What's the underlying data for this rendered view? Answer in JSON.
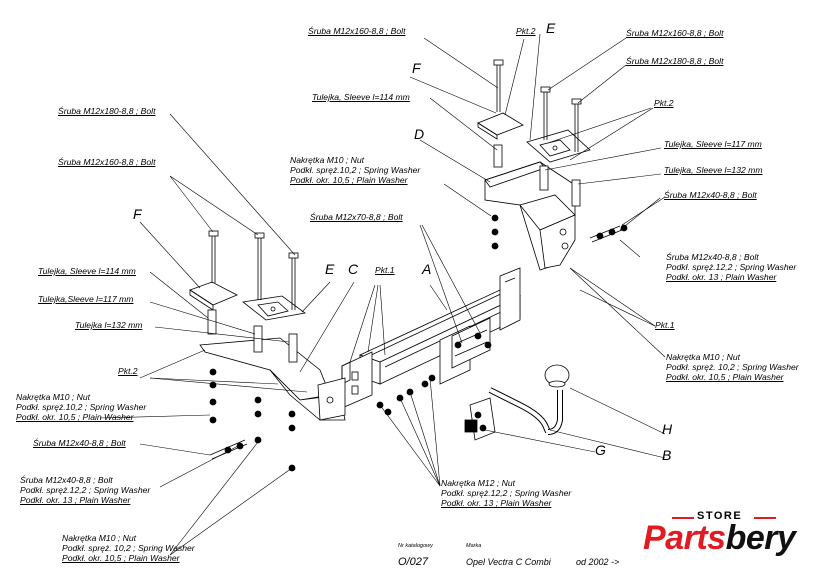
{
  "labels": {
    "bolt_m12x160_top": "Śruba M12x160-8,8 ;  Bolt",
    "pkt2_top": "Pkt.2",
    "letter_e_top": "E",
    "bolt_m12x160_right": "Śruba M12x160-8,8 ;  Bolt",
    "bolt_m12x180_right": "Śruba M12x180-8,8 ;  Bolt",
    "letter_f_top": "F",
    "sleeve_114_top": "Tulejka, Sleeve  l=114 mm",
    "pkt2_right": "Pkt.2",
    "bolt_m12x180_left": "Śruba M12x180-8,8 ;  Bolt",
    "letter_d": "D",
    "sleeve_117_right": "Tulejka, Sleeve l=117 mm",
    "nut_m10_top": "Nakrętka  M10 ; Nut",
    "spring_10_top": "Podkł. spręż.10,2 ; Spring Washer",
    "plain_10_top": "Podkł. okr. 10,5 ; Plain Washer",
    "sleeve_132_right": "Tulejka, Sleeve  l=132 mm",
    "bolt_m12x160_left": "Śruba M12x160-8,8 ;  Bolt",
    "bolt_m12x40_right": "Śruba M12x40-8,8 ;  Bolt",
    "bolt_m12x70": "Śruba M12x70-8,8 ;  Bolt",
    "letter_f_left": "F",
    "bolt_m12x40_right2": "Śruba M12x40-8,8 ;  Bolt",
    "spring_12_right": "Podkł. spręż.12,2 ; Spring Washer",
    "plain_13_right": "Podkł. okr. 13 ; Plain Washer",
    "letter_e_left": "E",
    "letter_c": "C",
    "pkt1_center": "Pkt.1",
    "letter_a": "A",
    "sleeve_114_left": "Tulejka, Sleeve l=114 mm",
    "sleeve_117_left": "Tulejka,Sleeve  l=117 mm",
    "sleeve_132_left": "Tulejka l=132 mm",
    "pkt1_right": "Pkt.1",
    "nut_m10_right": "Nakrętka  M10 ; Nut",
    "spring_10_right": "Podkł. spręż. 10,2 ; Spring Washer",
    "plain_10_right": "Podkł. okr. 10,5 ; Plain Washer",
    "pkt2_left": "Pkt.2",
    "nut_m10_left": "Nakrętka  M10 ; Nut",
    "spring_10_left": "Podkł. spręż.10,2 ; Spring Washer",
    "plain_10_left": "Podkł. okr. 10,5 ; Plain Washer",
    "bolt_m12x40_left": "Śruba M12x40-8,8 ;  Bolt",
    "letter_h": "H",
    "letter_g": "G",
    "letter_b": "B",
    "bolt_m12x40_left2": "Śruba M12x40-8,8 ;  Bolt",
    "spring_12_left": "Podkł. spręż.12,2 ; Spring Washer",
    "plain_13_left": "Podkł. okr. 13 ; Plain Washer",
    "nut_m12": "Nakrętka  M12 ; Nut",
    "spring_12_bottom": "Podkł. spręż.12,2 ; Spring Washer",
    "plain_13_bottom": "Podkł. okr. 13 ; Plain Washer",
    "nut_m10_bottom": "Nakrętka  M10 ; Nut",
    "spring_10_bottom": "Podkł. spręż. 10,2 ; Spring Washer",
    "plain_10_bottom": "Podkł. okr. 10,5 ; Plain Washer"
  },
  "footer": {
    "catalog_label": "Nr katalogowy",
    "catalog_no": "O/027",
    "brand_label": "Marka",
    "model": "Opel Vectra C Combi",
    "year": "od 2002 ->"
  },
  "logo": {
    "store": "STORE",
    "name_part1": "Parts",
    "name_part2": "bery",
    "accent_color": "#e11b22"
  }
}
